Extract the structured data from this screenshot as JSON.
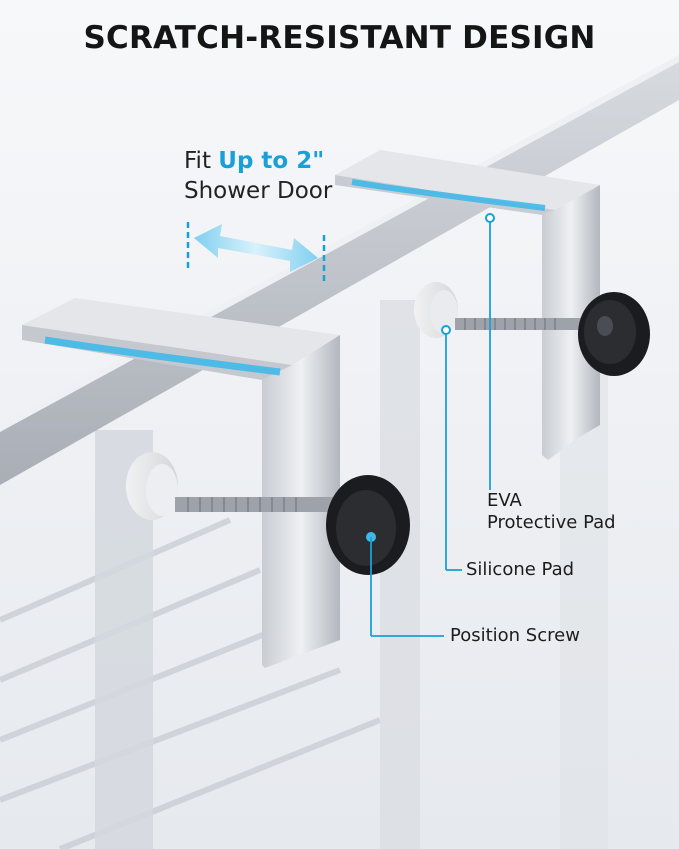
{
  "title": "SCRATCH-RESISTANT DESIGN",
  "fit": {
    "prefix": "Fit",
    "highlight": "Up to 2\"",
    "line2": "Shower Door"
  },
  "callouts": {
    "eva_line1": "EVA",
    "eva_line2": "Protective Pad",
    "silicone": "Silicone Pad",
    "screw": "Position Screw"
  },
  "colors": {
    "accent": "#1aa0d8",
    "text": "#151515",
    "background": "#f4f5f7"
  }
}
